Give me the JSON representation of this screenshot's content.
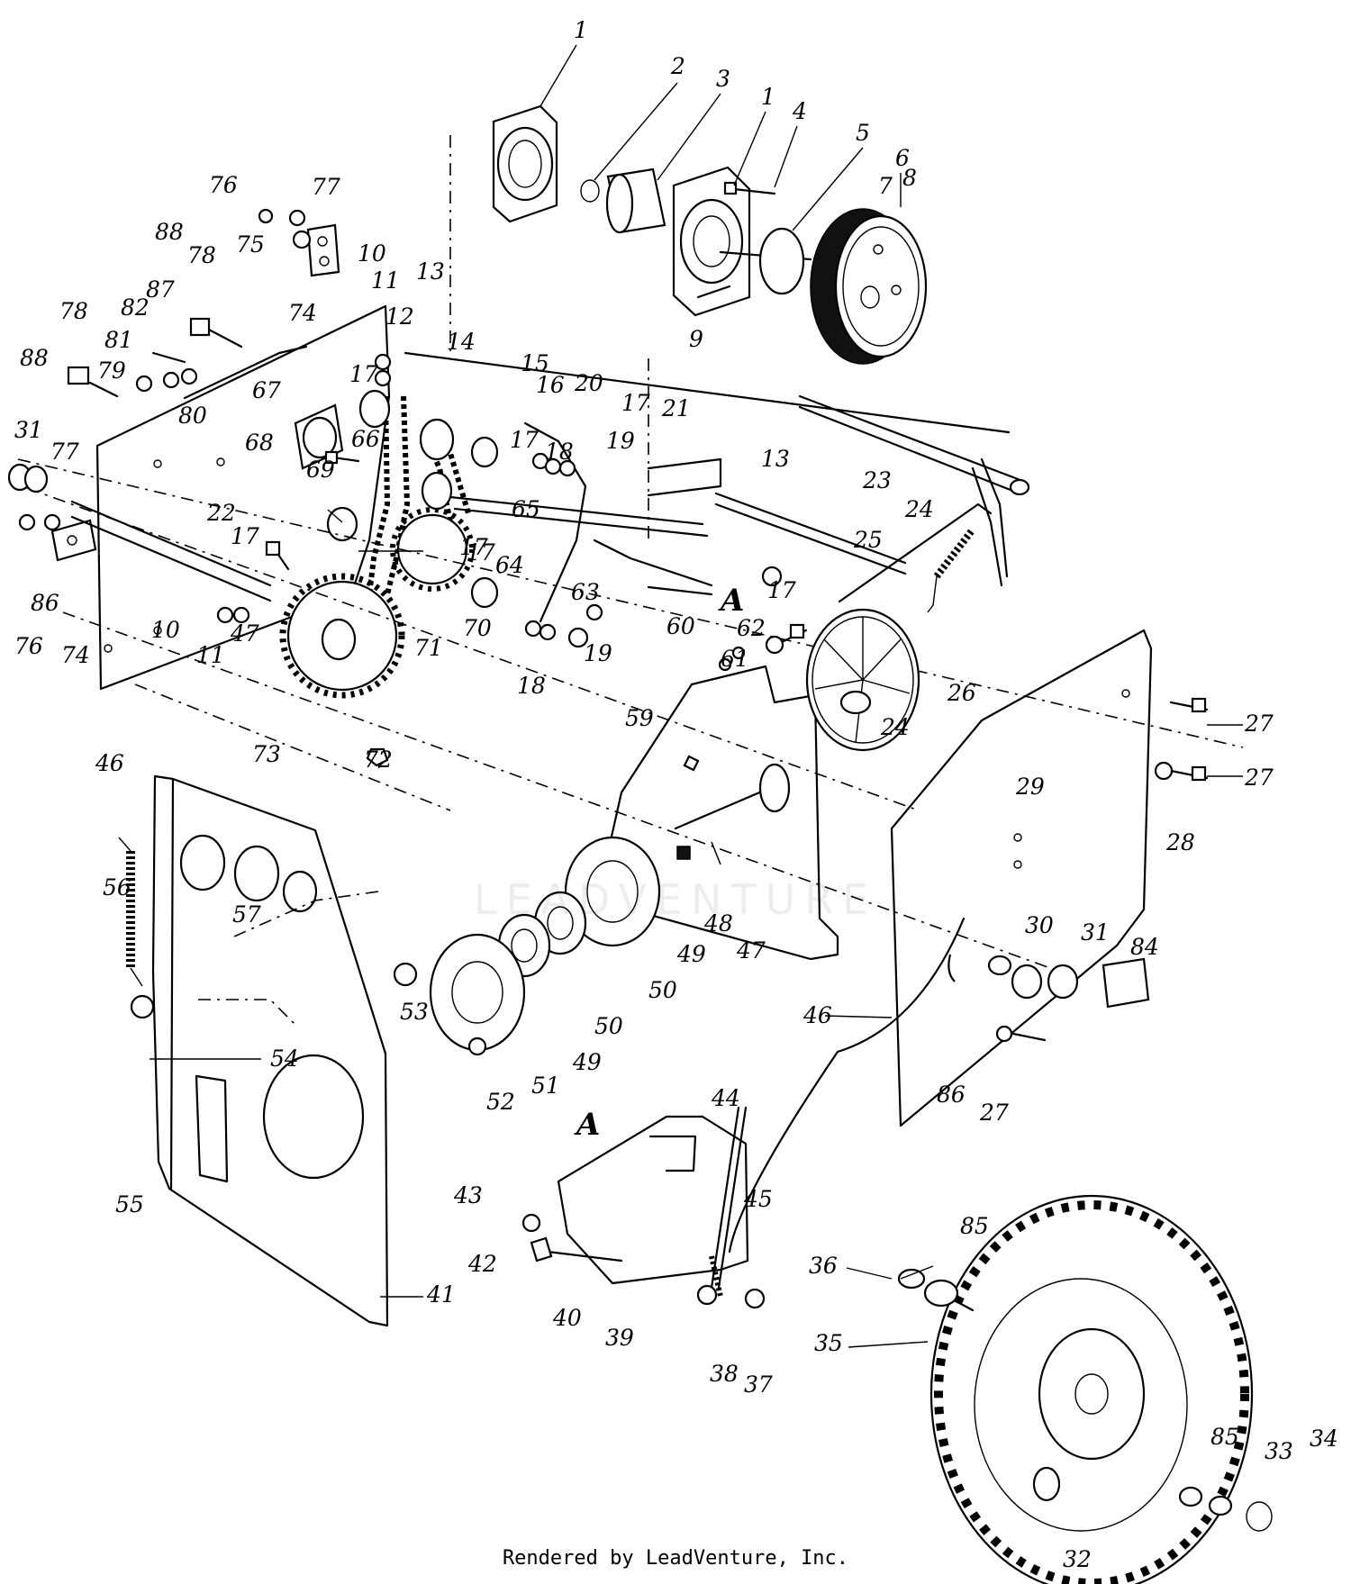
{
  "watermark": "LEADVENTURE",
  "footer": "Rendered by LeadVenture, Inc.",
  "section_marker": "A",
  "part_numbers": [
    "1",
    "2",
    "3",
    "1",
    "4",
    "5",
    "6",
    "7",
    "8",
    "9",
    "10",
    "11",
    "12",
    "13",
    "14",
    "15",
    "16",
    "17",
    "17",
    "18",
    "19",
    "20",
    "17",
    "21",
    "13",
    "23",
    "24",
    "25",
    "26",
    "27",
    "27",
    "28",
    "29",
    "24",
    "30",
    "31",
    "84",
    "46",
    "86",
    "27",
    "31",
    "77",
    "76",
    "86",
    "74",
    "10",
    "11",
    "47",
    "22",
    "17",
    "67",
    "68",
    "69",
    "66",
    "80",
    "79",
    "81",
    "82",
    "87",
    "88",
    "78",
    "88",
    "78",
    "76",
    "75",
    "77",
    "74",
    "65",
    "17",
    "64",
    "63",
    "18",
    "19",
    "62",
    "61",
    "60",
    "59",
    "48",
    "47",
    "70",
    "71",
    "73",
    "72",
    "46",
    "17",
    "49",
    "50",
    "50",
    "49",
    "51",
    "52",
    "53",
    "56",
    "57",
    "54",
    "55",
    "41",
    "A",
    "44",
    "45",
    "43",
    "42",
    "40",
    "39",
    "38",
    "37",
    "36",
    "85",
    "35",
    "85",
    "33",
    "34",
    "32",
    "17"
  ]
}
